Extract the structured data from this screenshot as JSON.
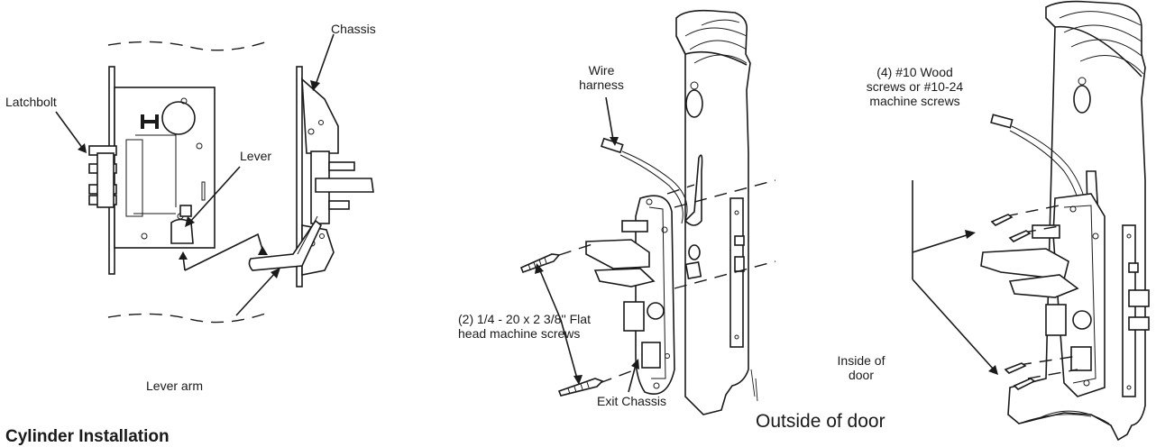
{
  "labels": {
    "latchbolt": "Latchbolt",
    "chassis": "Chassis",
    "lever": "Lever",
    "lever_arm": "Lever arm",
    "wire_harness": "Wire harness",
    "machine_screws": "(2) 1/4 - 20 x 2 3/8'' Flat head machine screws",
    "exit_chassis": "Exit Chassis",
    "wood_screws": "(4) #10 Wood screws or #10-24 machine screws",
    "inside_door": "Inside of door",
    "outside_door": "Outside of door",
    "cylinder_heading": "Cylinder Installation"
  }
}
